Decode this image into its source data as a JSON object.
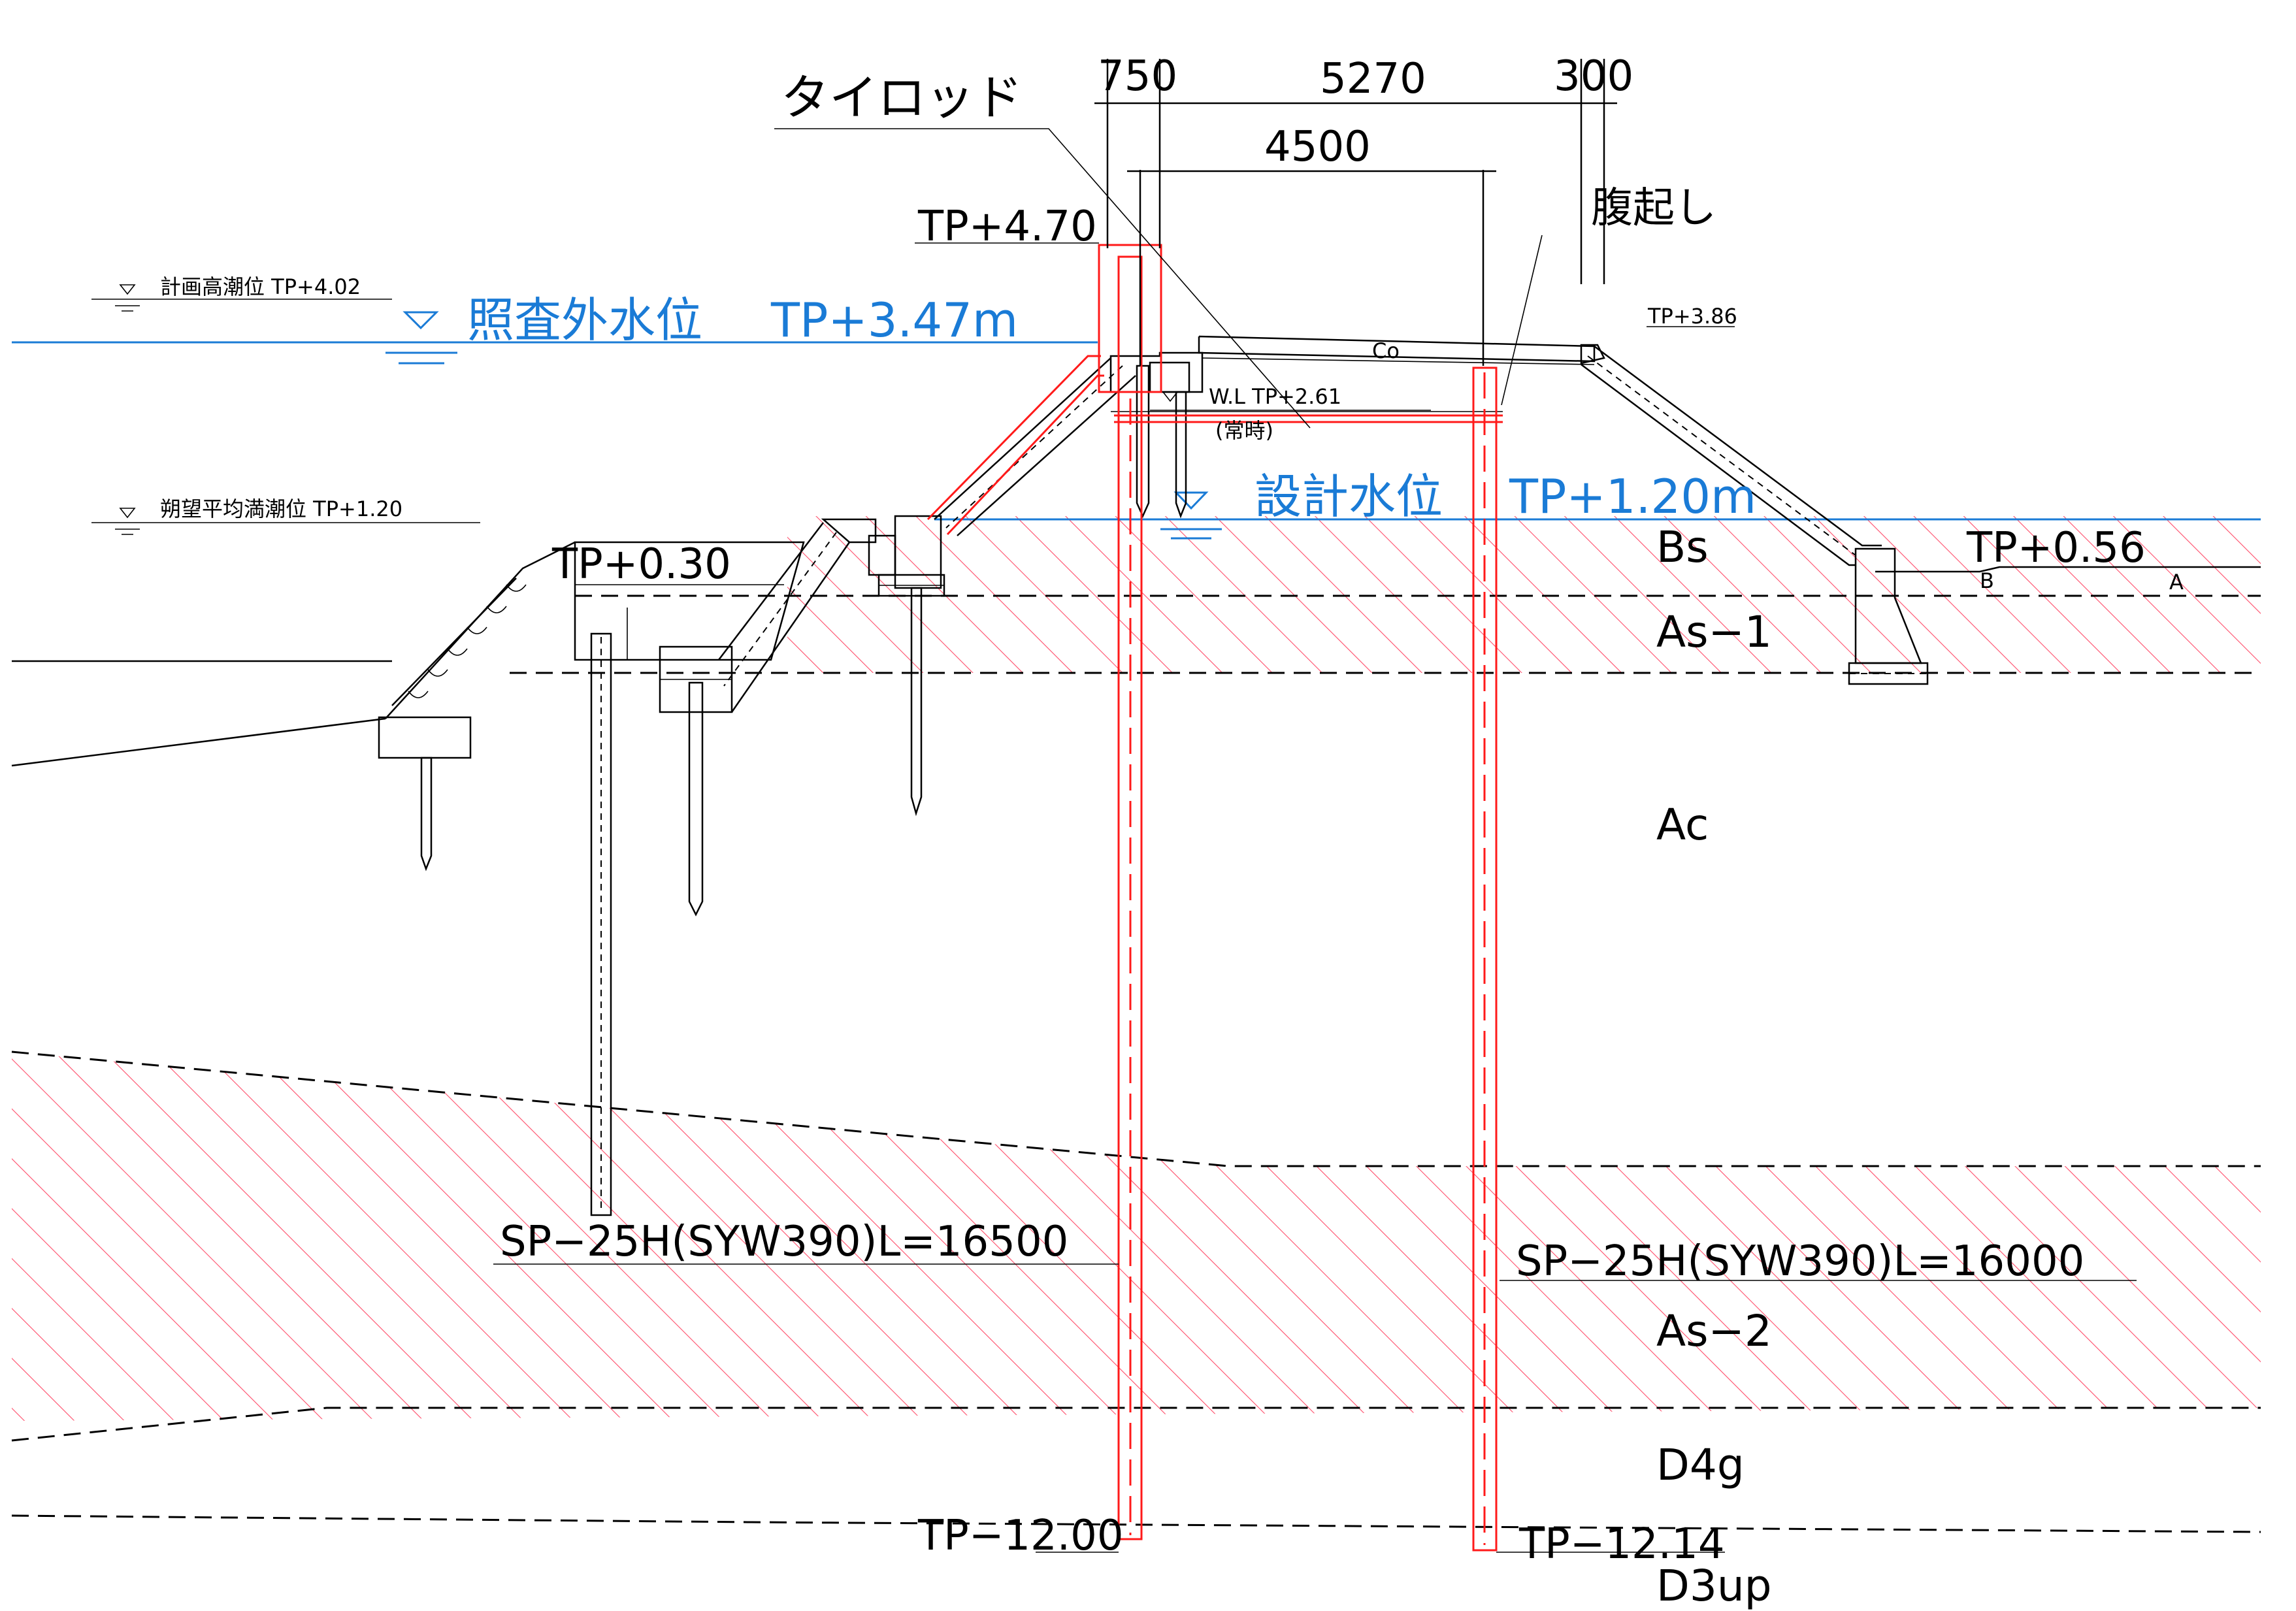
{
  "dimensions": {
    "top_750": "750",
    "top_5270": "5270",
    "top_300": "300",
    "inner_4500": "4500"
  },
  "labels": {
    "tie_rod": "タイロッド",
    "wale": "腹起し",
    "tp_wall_top": "TP+4.70",
    "tp_386": "TP+3.86",
    "tp_030": "TP+0.30",
    "tp_056": "TP+0.56",
    "tp_bottom_left": "TP−12.00",
    "tp_bottom_right": "TP−12.14",
    "co": "Co",
    "mark_a": "A",
    "mark_b": "B",
    "sheet_pile_left": "SP−25H(SYW390)L=16500",
    "sheet_pile_right": "SP−25H(SYW390)L=16000"
  },
  "water_levels": {
    "plan_high_tide": "計画高潮位 TP+4.02",
    "check_outer": "照査外水位",
    "check_outer_value": "TP+3.47m",
    "wl_normal": "W.L TP+2.61",
    "wl_normal_sub": "(常時)",
    "design": "設計水位",
    "design_value": "TP+1.20m",
    "mean_spring_tide": "朔望平均満潮位 TP+1.20"
  },
  "layers": [
    "Bs",
    "As−1",
    "Ac",
    "As−2",
    "D4g",
    "D3up"
  ],
  "colors": {
    "new_member": "#ff1a1a",
    "water_level": "#1a7bd6",
    "hatch": "#ff4d6a",
    "line": "#000000"
  }
}
